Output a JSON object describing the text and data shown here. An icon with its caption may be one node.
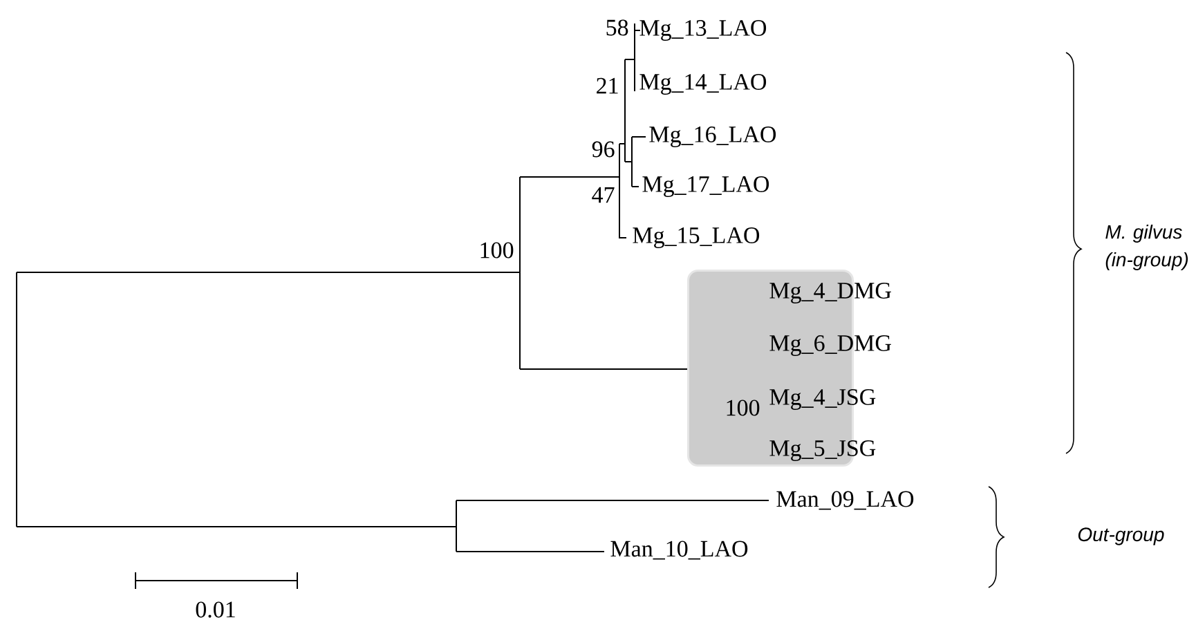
{
  "diagram": {
    "nodes": [
      {
        "text": [
          "Mg_13_LAO"
        ]
      },
      {
        "text": [
          "Mg_14_LAO"
        ]
      },
      {
        "text": [
          "Mg_16_LAO"
        ]
      },
      {
        "text": [
          "Mg_17_LAO"
        ]
      },
      {
        "text": [
          "Mg_15_LAO"
        ]
      },
      {
        "text": [],
        "shape": "box"
      },
      {
        "text": [
          "Mg_4_DMG"
        ],
        "in": 5
      },
      {
        "text": [
          "Mg_6_DMG"
        ],
        "in": 5
      },
      {
        "text": [
          "Mg_4_JSG"
        ],
        "in": 5
      },
      {
        "text": [
          "Mg_5_JSG"
        ],
        "in": 5
      },
      {
        "text": [
          "Man_09_LAO"
        ]
      },
      {
        "text": [
          "Man_10_LAO"
        ]
      }
    ],
    "labels": [
      "58",
      "21",
      "96",
      "47",
      "100",
      "100",
      "M. gilvus (in-group)",
      "Out-group",
      "0.01"
    ]
  }
}
